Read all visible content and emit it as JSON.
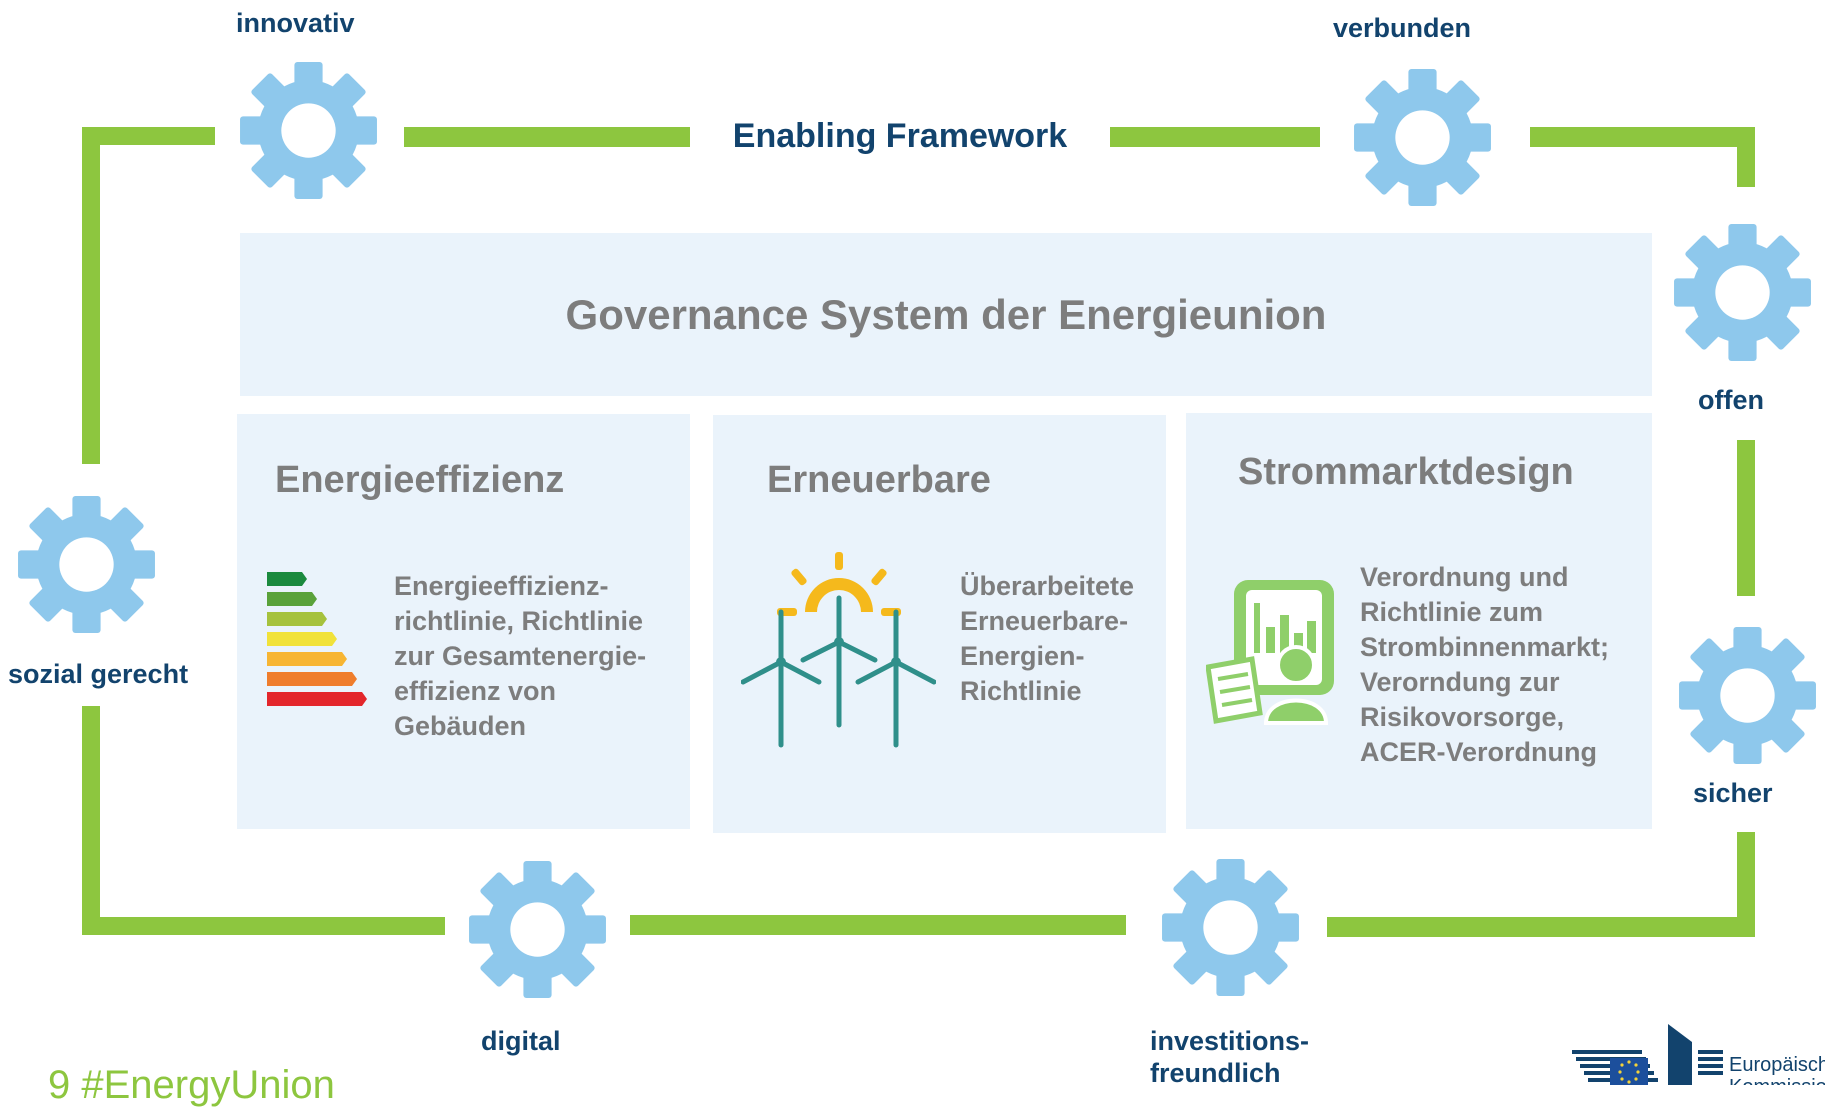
{
  "framework": {
    "label": "Enabling Framework"
  },
  "header": {
    "title": "Governance System der Energieunion"
  },
  "principles": {
    "innovativ": "innovativ",
    "verbunden": "verbunden",
    "offen": "offen",
    "sicher": "sicher",
    "investitionsfreundlich": "investitions-\nfreundlich",
    "digital": "digital",
    "sozial_gerecht": "sozial gerecht"
  },
  "pillars": [
    {
      "title": "Energieeffizienz",
      "text": "Energieeffizienz-\nrichtlinie, Richtlinie\nzur Gesamtenergie-\neffizienz von\nGebäuden",
      "icon": "energy-label-icon"
    },
    {
      "title": "Erneuerbare",
      "text": "Überarbeitete\nErneuerbare-\nEnergien-\nRichtlinie",
      "icon": "wind-turbines-sun-icon"
    },
    {
      "title": "Strommarktdesign",
      "text": "Verordnung und\nRichtlinie zum\nStrombinnenmarkt;\nVerorndung zur\nRisikovorsorge,\nACER-Verordnung",
      "icon": "market-analyst-icon"
    }
  ],
  "footer": {
    "tag": "9   #EnergyUnion",
    "logo_text": "Europäische Kommission"
  },
  "colors": {
    "frame": "#8dc63f",
    "gear": "#8ec8ec",
    "label": "#12436d",
    "panel": "#eaf3fb",
    "panel_text": "#7d7d7d"
  }
}
